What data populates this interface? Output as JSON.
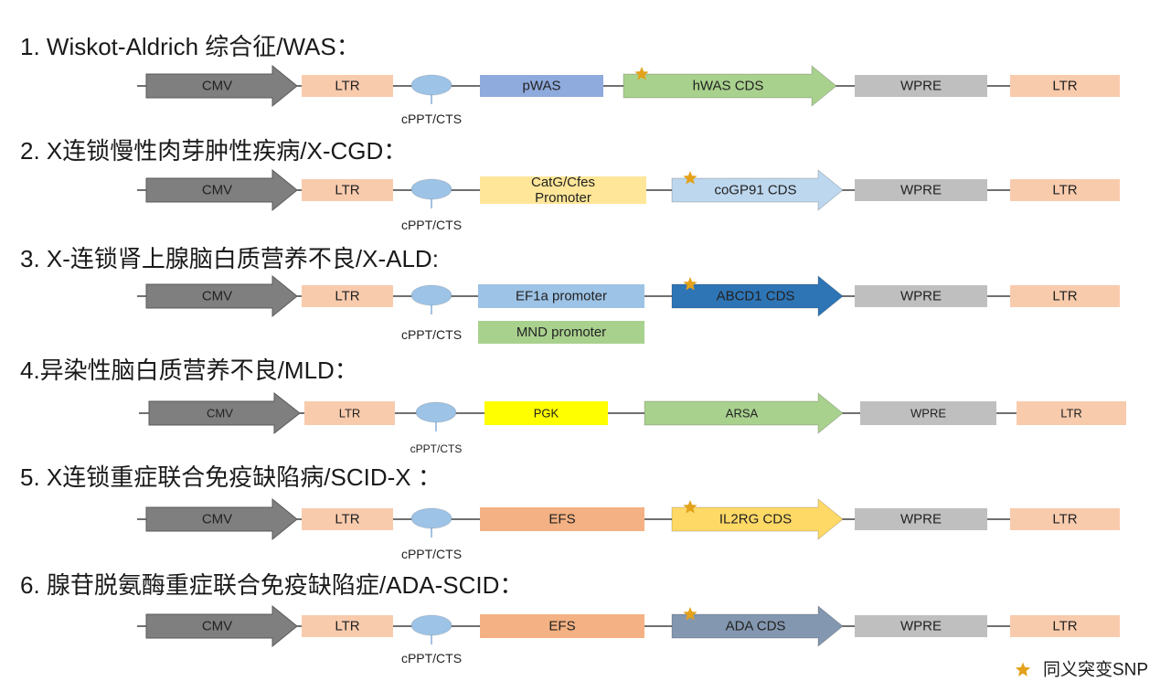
{
  "colors": {
    "backbone": "#404040",
    "cmv": "#7f7f7f",
    "cmv_border": "#595959",
    "ltr": "#f8cbad",
    "cppt": "#9dc3e6",
    "wpre": "#bfbfbf",
    "snp_star": "#e3a21a",
    "label_text": "#222222",
    "title_text": "#1a1a1a"
  },
  "constructs": [
    {
      "title": "1. Wiskot-Aldrich 综合征/WAS：",
      "cmv": {
        "label": "CMV"
      },
      "ltr_5": {
        "label": "LTR"
      },
      "cppt": {
        "label": "cPPT/CTS"
      },
      "promoters": [
        {
          "lines": [
            "pWAS"
          ],
          "color": "#8faadc"
        }
      ],
      "cds": {
        "label": "hWAS CDS",
        "color": "#a9d18e",
        "snp": true
      },
      "wpre": {
        "label": "WPRE"
      },
      "ltr_3": {
        "label": "LTR"
      }
    },
    {
      "title": "2. X连锁慢性肉芽肿性疾病/X-CGD：",
      "cmv": {
        "label": "CMV"
      },
      "ltr_5": {
        "label": "LTR"
      },
      "cppt": {
        "label": "cPPT/CTS"
      },
      "promoters": [
        {
          "lines": [
            "CatG/Cfes",
            "Promoter"
          ],
          "color": "#ffe699"
        }
      ],
      "cds": {
        "label": "coGP91 CDS",
        "color": "#bdd7ee",
        "snp": true
      },
      "wpre": {
        "label": "WPRE"
      },
      "ltr_3": {
        "label": "LTR"
      }
    },
    {
      "title": "3. X-连锁肾上腺脑白质营养不良/X-ALD:",
      "cmv": {
        "label": "CMV"
      },
      "ltr_5": {
        "label": "LTR"
      },
      "cppt": {
        "label": "cPPT/CTS"
      },
      "promoters": [
        {
          "lines": [
            "EF1a promoter"
          ],
          "color": "#9dc3e6"
        },
        {
          "lines": [
            "MND promoter"
          ],
          "color": "#a9d18e"
        }
      ],
      "cds": {
        "label": "ABCD1 CDS",
        "color": "#2e75b6",
        "snp": true
      },
      "wpre": {
        "label": "WPRE"
      },
      "ltr_3": {
        "label": "LTR"
      }
    },
    {
      "title": "4.异染性脑白质营养不良/MLD：",
      "cmv": {
        "label": "CMV"
      },
      "ltr_5": {
        "label": "LTR"
      },
      "cppt": {
        "label": "cPPT/CTS"
      },
      "promoters": [
        {
          "lines": [
            "PGK"
          ],
          "color": "#ffff00"
        }
      ],
      "cds": {
        "label": "ARSA",
        "color": "#a9d18e",
        "snp": false
      },
      "wpre": {
        "label": "WPRE"
      },
      "ltr_3": {
        "label": "LTR"
      }
    },
    {
      "title": "5. X连锁重症联合免疫缺陷病/SCID-X ：",
      "cmv": {
        "label": "CMV"
      },
      "ltr_5": {
        "label": "LTR"
      },
      "cppt": {
        "label": "cPPT/CTS"
      },
      "promoters": [
        {
          "lines": [
            "EFS"
          ],
          "color": "#f4b183"
        }
      ],
      "cds": {
        "label": "IL2RG CDS",
        "color": "#ffd966",
        "snp": true
      },
      "wpre": {
        "label": "WPRE"
      },
      "ltr_3": {
        "label": "LTR"
      }
    },
    {
      "title": "6. 腺苷脱氨酶重症联合免疫缺陷症/ADA-SCID：",
      "cmv": {
        "label": "CMV"
      },
      "ltr_5": {
        "label": "LTR"
      },
      "cppt": {
        "label": "cPPT/CTS"
      },
      "promoters": [
        {
          "lines": [
            "EFS"
          ],
          "color": "#f4b183"
        }
      ],
      "cds": {
        "label": "ADA CDS",
        "color": "#8497b0",
        "snp": true
      },
      "wpre": {
        "label": "WPRE"
      },
      "ltr_3": {
        "label": "LTR"
      }
    }
  ],
  "legend": {
    "icon": "star-icon",
    "label": "同义突变SNP"
  }
}
